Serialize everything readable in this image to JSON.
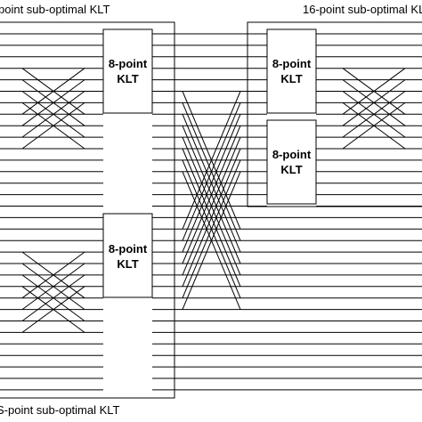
{
  "labels": {
    "top_left": "point sub-optimal KLT",
    "top_right": "16-point sub-optimal KLT",
    "bottom_left": "S-point sub-optimal KLT"
  },
  "blocks": [
    {
      "id": "left-upper",
      "line1": "8-point",
      "line2": "KLT"
    },
    {
      "id": "left-lower",
      "line1": "8-point",
      "line2": "KLT"
    },
    {
      "id": "right-upper",
      "line1": "8-point",
      "line2": "KLT"
    },
    {
      "id": "right-lower",
      "line1": "8-point",
      "line2": "KLT"
    }
  ],
  "colors": {
    "line": "#000000",
    "background": "#ffffff"
  }
}
